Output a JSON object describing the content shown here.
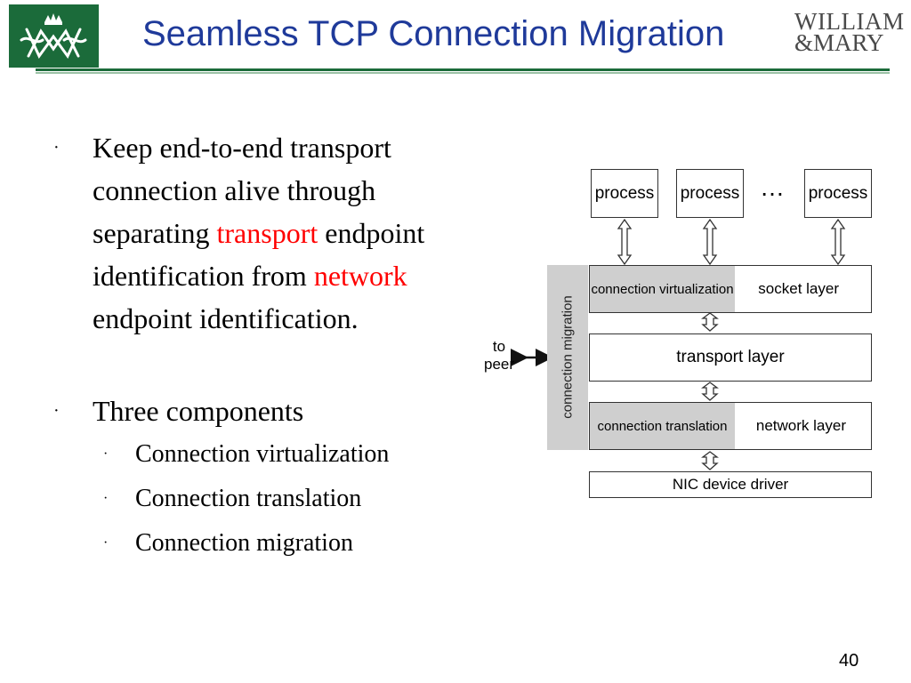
{
  "header": {
    "title": "Seamless TCP Connection Migration",
    "brand_line1": "WILLIAM",
    "brand_line2": "&MARY",
    "accent_color": "#1b6b3a",
    "title_color": "#1f3a9a"
  },
  "bullets": {
    "b1_part1": "Keep end-to-end transport connection alive through separating ",
    "b1_red1": "transport",
    "b1_part2": " endpoint identification from ",
    "b1_red2": "network",
    "b1_part3": " endpoint identification.",
    "b2": "Three components",
    "sub": [
      "Connection virtualization",
      "Connection translation",
      "Connection migration"
    ]
  },
  "diagram": {
    "process1": "process",
    "process2": "process",
    "process3": "process",
    "ellipsis": "…",
    "conn_virt": "connection virtualization",
    "socket": "socket layer",
    "transport": "transport layer",
    "conn_trans": "connection  translation",
    "network": "network layer",
    "nic": "NIC device driver",
    "migration": "connection migration",
    "peer_line1": "to",
    "peer_line2": "peer"
  },
  "footer": {
    "page": "40"
  }
}
